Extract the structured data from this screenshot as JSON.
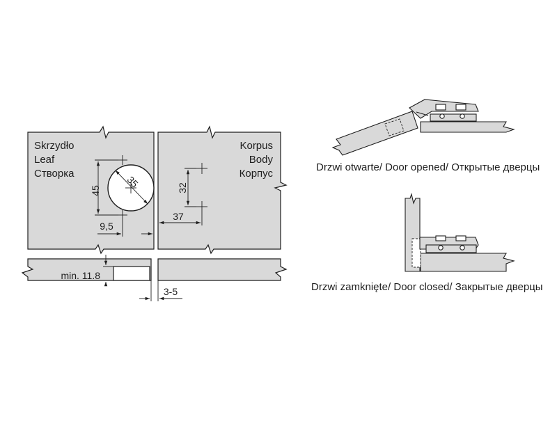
{
  "leaf_panel": {
    "label_pl": "Skrzydło",
    "label_en": "Leaf",
    "label_ru": "Створка"
  },
  "body_panel": {
    "label_pl": "Korpus",
    "label_en": "Body",
    "label_ru": "Корпус"
  },
  "dimensions": {
    "cup_diameter": "35",
    "cup_depth_offset": "45",
    "edge_distance": "9,5",
    "plate_spacing": "32",
    "plate_distance": "37",
    "min_thickness": "min. 11.8",
    "gap": "3-5"
  },
  "captions": {
    "opened": "Drzwi otwarte/ Door opened/ Открытые дверцы",
    "closed": "Drzwi zamknięte/ Door closed/ Закрытые  дверцы"
  },
  "colors": {
    "panel_fill": "#d9d9d9",
    "line": "#1e1e1e",
    "background": "#ffffff"
  }
}
